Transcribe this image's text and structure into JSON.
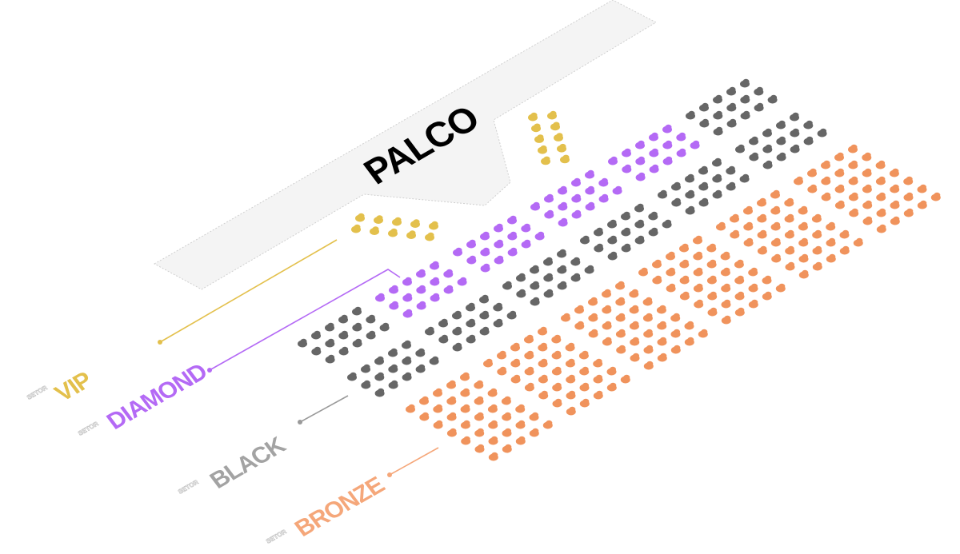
{
  "stage": {
    "label": "PALCO",
    "fill": "#f4f4f4"
  },
  "sectors": [
    {
      "id": "vip",
      "prefix": "SETOR",
      "name": "VIP",
      "color": "#e3c04c",
      "label_color": "#e3c04c"
    },
    {
      "id": "diamond",
      "prefix": "SETOR",
      "name": "DIAMOND",
      "color": "#b46af5",
      "label_color": "#b46af5"
    },
    {
      "id": "black",
      "prefix": "SETOR",
      "name": "BLACK",
      "color": "#666666",
      "label_color": "#a3a3a3"
    },
    {
      "id": "bronze",
      "prefix": "SETOR",
      "name": "BRONZE",
      "color": "#f0935c",
      "label_color": "#f5a77a"
    }
  ],
  "blocks": [
    {
      "sector": "vip",
      "cols": 5,
      "rows": 2
    },
    {
      "sector": "vip",
      "cols": 2,
      "rows": 5
    },
    {
      "sector": "black",
      "cols": 5,
      "rows": 3
    },
    {
      "sector": "diamond",
      "cols": 5,
      "rows": 3
    },
    {
      "sector": "diamond",
      "cols": 5,
      "rows": 3
    },
    {
      "sector": "diamond",
      "cols": 5,
      "rows": 3
    },
    {
      "sector": "diamond",
      "cols": 5,
      "rows": 3
    },
    {
      "sector": "black",
      "cols": 5,
      "rows": 3
    },
    {
      "sector": "black",
      "cols": 5,
      "rows": 3
    },
    {
      "sector": "black",
      "cols": 5,
      "rows": 3
    },
    {
      "sector": "black",
      "cols": 5,
      "rows": 3
    },
    {
      "sector": "black",
      "cols": 5,
      "rows": 3
    },
    {
      "sector": "black",
      "cols": 5,
      "rows": 3
    },
    {
      "sector": "black",
      "cols": 5,
      "rows": 3
    },
    {
      "sector": "bronze",
      "cols": 5,
      "rows": 7
    },
    {
      "sector": "bronze",
      "cols": 5,
      "rows": 7
    },
    {
      "sector": "bronze",
      "cols": 5,
      "rows": 7
    },
    {
      "sector": "bronze",
      "cols": 5,
      "rows": 7
    },
    {
      "sector": "bronze",
      "cols": 5,
      "rows": 7
    },
    {
      "sector": "bronze",
      "cols": 5,
      "rows": 7
    }
  ]
}
